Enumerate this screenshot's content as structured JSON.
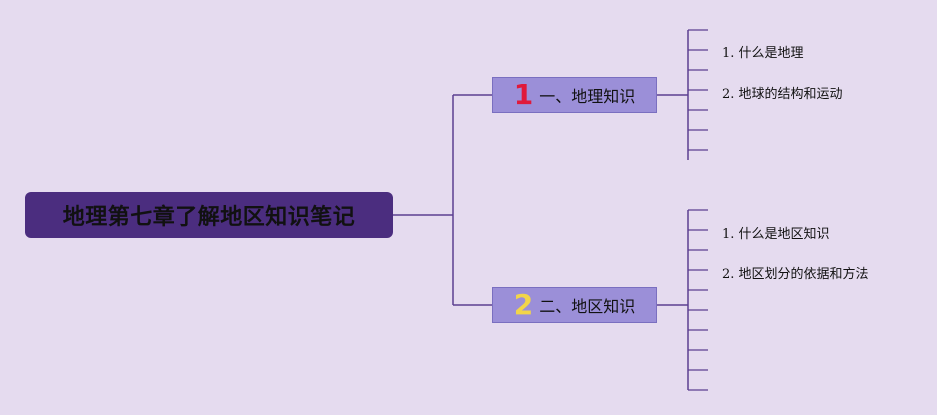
{
  "root": {
    "title": "地理第七章了解地区知识笔记"
  },
  "branches": [
    {
      "number": "1",
      "label": "一、地理知识",
      "items": [
        "1. 什么是地理",
        "2. 地球的结构和运动"
      ]
    },
    {
      "number": "2",
      "label": "二、地区知识",
      "items": [
        "1. 什么是地区知识",
        "2. 地区划分的依据和方法"
      ]
    }
  ],
  "colors": {
    "background": "#e5dbef",
    "root_fill": "#4b2d7f",
    "branch_fill": "#9b8fd8",
    "connector": "#5c3f91",
    "number_one": "#e0193a",
    "number_two": "#f2d54a"
  }
}
